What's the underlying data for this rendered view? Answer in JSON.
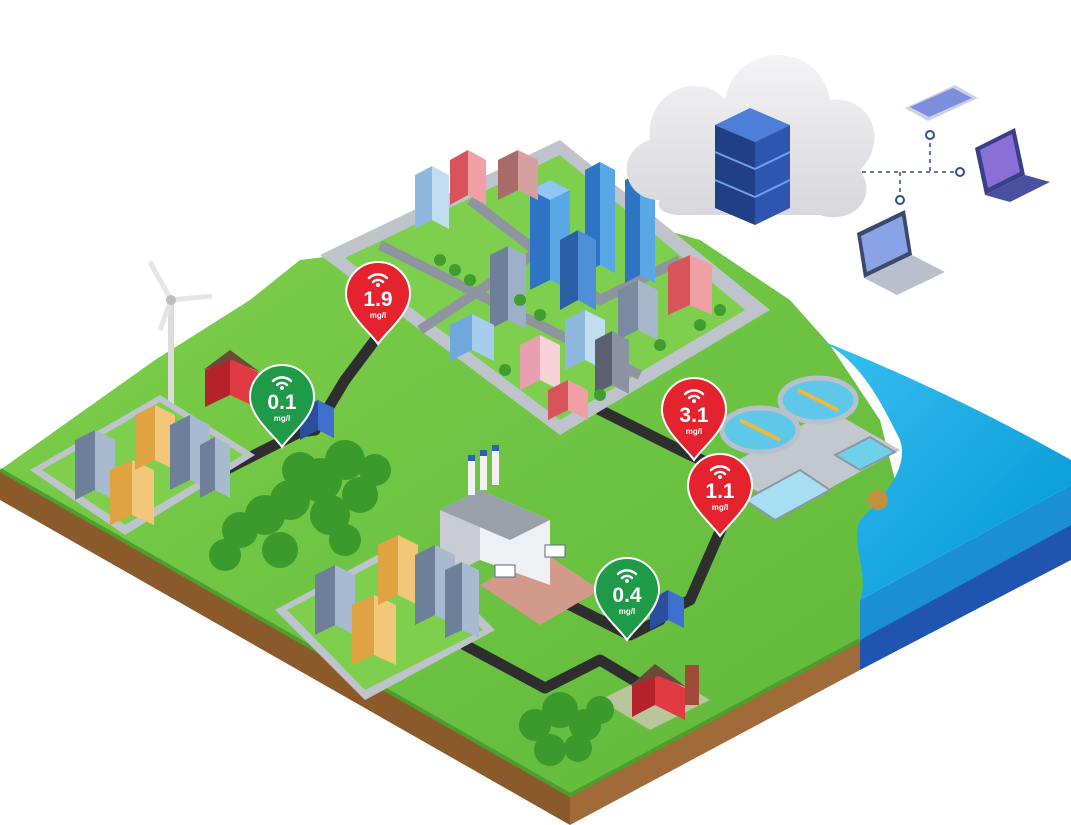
{
  "colors": {
    "good": "#1e9a48",
    "alert": "#e5232e",
    "grass": "#6cc644",
    "water": "#00a8e6",
    "soil": "#9a6a3a",
    "pipe": "#2e2e2e",
    "cloud": "#e9e9ec",
    "server": "#2b4f9c"
  },
  "sensors": [
    {
      "id": "sensor-west",
      "value": "0.1",
      "unit": "mg/l",
      "status": "good"
    },
    {
      "id": "sensor-city",
      "value": "1.9",
      "unit": "mg/l",
      "status": "alert"
    },
    {
      "id": "sensor-plant-upper",
      "value": "3.1",
      "unit": "mg/l",
      "status": "alert"
    },
    {
      "id": "sensor-plant-lower",
      "value": "1.1",
      "unit": "mg/l",
      "status": "alert"
    },
    {
      "id": "sensor-factory",
      "value": "0.4",
      "unit": "mg/l",
      "status": "good"
    }
  ],
  "icons": {
    "sensor": "wifi-signal-icon",
    "cloud": "cloud-icon",
    "server": "database-server-icon",
    "phone": "smartphone-icon",
    "tablet": "tablet-icon",
    "laptop": "laptop-icon"
  }
}
